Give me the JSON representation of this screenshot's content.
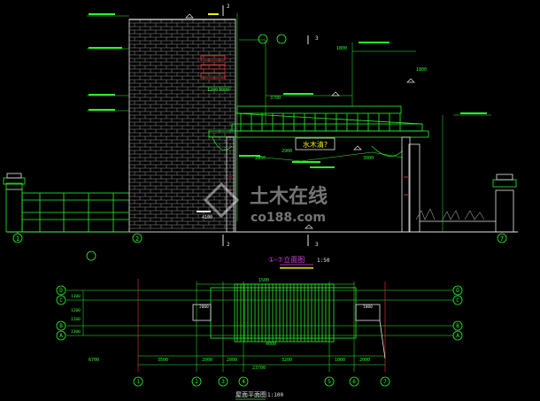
{
  "drawing": {
    "elevation_title": "①-⑦立面图",
    "elevation_scale": "1:50",
    "plan_title": "屋面平面图",
    "plan_scale": "1:100",
    "sign_text": "水木清?",
    "watermark_main": "土木在线",
    "watermark_sub": "co188.com",
    "axis_bottom": [
      "1",
      "2",
      "3",
      "4",
      "5",
      "6",
      "7"
    ],
    "axis_elevation": [
      "1",
      "2",
      "7"
    ],
    "axis_rows": [
      "D",
      "C",
      "B",
      "A"
    ],
    "section_marks": [
      "2",
      "3",
      "2",
      "3"
    ],
    "dims_elevation": [
      "1800",
      "1200",
      "3000",
      "3700",
      "2950",
      "2900",
      "3000",
      "4100",
      "1800"
    ],
    "dims_plan_top": [
      "1500",
      "2000",
      "1000",
      "4000"
    ],
    "dims_plan_bottom": [
      "6700",
      "3500",
      "2000",
      "2000",
      "3200",
      "1000",
      "2000"
    ],
    "dims_plan_total": "23700",
    "dims_plan_side": [
      "1300",
      "1200",
      "1200",
      "1300"
    ]
  },
  "colors": {
    "line_white": "#e6e6e6",
    "line_green": "#29f629",
    "line_yellow": "#f0f000",
    "line_red": "#ff3030",
    "line_cyan": "#35e6e6",
    "line_magenta": "#e040e0",
    "brick": "#c8c8c8"
  }
}
